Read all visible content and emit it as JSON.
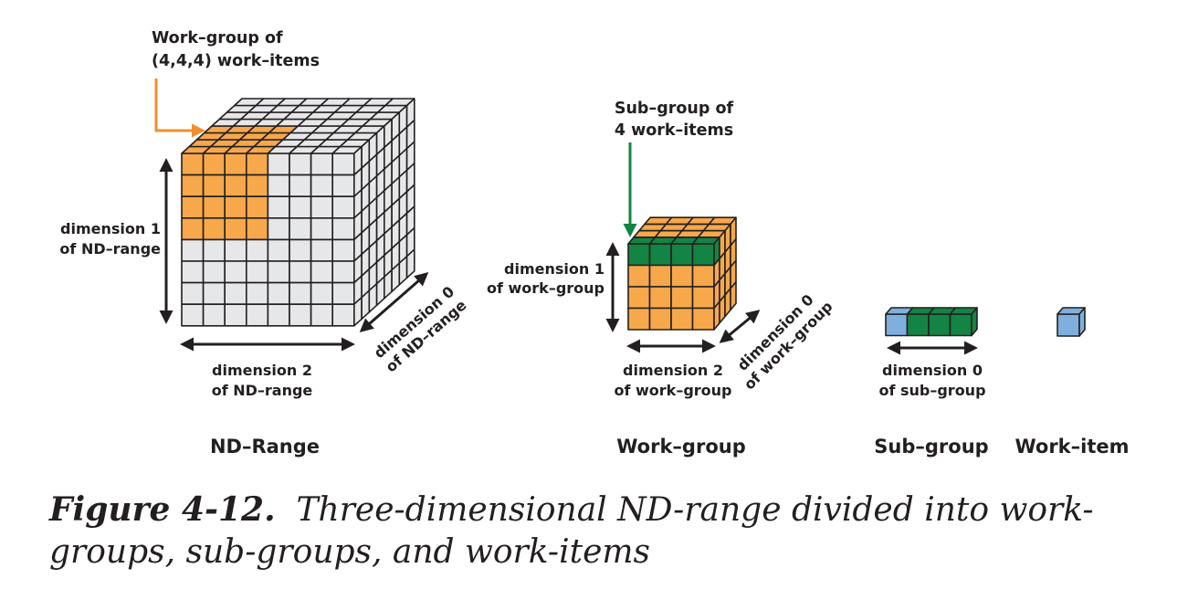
{
  "colors": {
    "grey": "#e6e7e8",
    "orange": "#f7a84a",
    "green": "#138443",
    "blue": "#7fb0dd",
    "stroke": "#231f20",
    "orange_arrow": "#ef8f2d",
    "green_arrow": "#138443"
  },
  "nd_range": {
    "title": "ND–Range",
    "callout_line1": "Work–group of",
    "callout_line2": "(4,4,4) work–items",
    "dim1_line1": "dimension 1",
    "dim1_line2": "of ND–range",
    "dim2_line1": "dimension 2",
    "dim2_line2": "of ND–range",
    "dim0_line1": "dimension 0",
    "dim0_line2": "of ND–range"
  },
  "work_group": {
    "title": "Work–group",
    "callout_line1": "Sub–group of",
    "callout_line2": "4 work–items",
    "dim1_line1": "dimension 1",
    "dim1_line2": "of work–group",
    "dim2_line1": "dimension 2",
    "dim2_line2": "of work–group",
    "dim0_line1": "dimension 0",
    "dim0_line2": "of work–group"
  },
  "sub_group": {
    "title": "Sub–group",
    "dim0_line1": "dimension 0",
    "dim0_line2": "of sub–group"
  },
  "work_item": {
    "title": "Work–item"
  },
  "caption": {
    "label": "Figure 4-12.",
    "text": "Three-dimensional ND-range divided into work-groups, sub-groups, and work-items"
  }
}
